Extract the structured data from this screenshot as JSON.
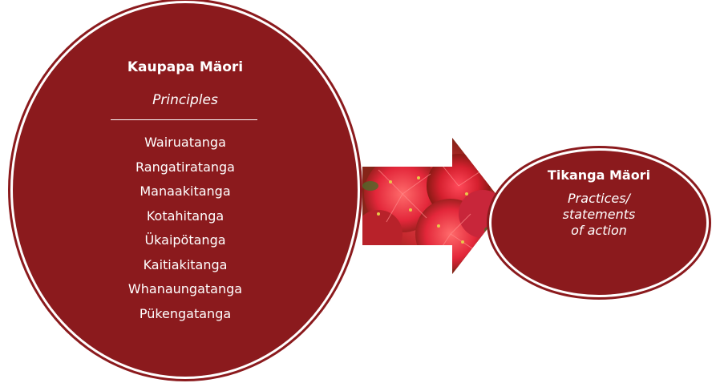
{
  "left_circle": {
    "heading": "Kaupapa Mäori",
    "subheading": "Principles",
    "items": [
      "Wairuatanga",
      "Rangatiratanga",
      "Manaakitanga",
      "Kotahitanga",
      "Ükaipötanga",
      "Kaitiakitanga",
      "Whanaungatanga",
      "Pükengatanga"
    ]
  },
  "arrow": {
    "image": "pohutukawa-flower-photo"
  },
  "right_circle": {
    "heading": "Tikanga Mäori",
    "subheading_lines": [
      "Practices/",
      "statements",
      "of action"
    ]
  },
  "colors": {
    "circle_fill": "#8b1a1d",
    "text": "#ffffff"
  }
}
